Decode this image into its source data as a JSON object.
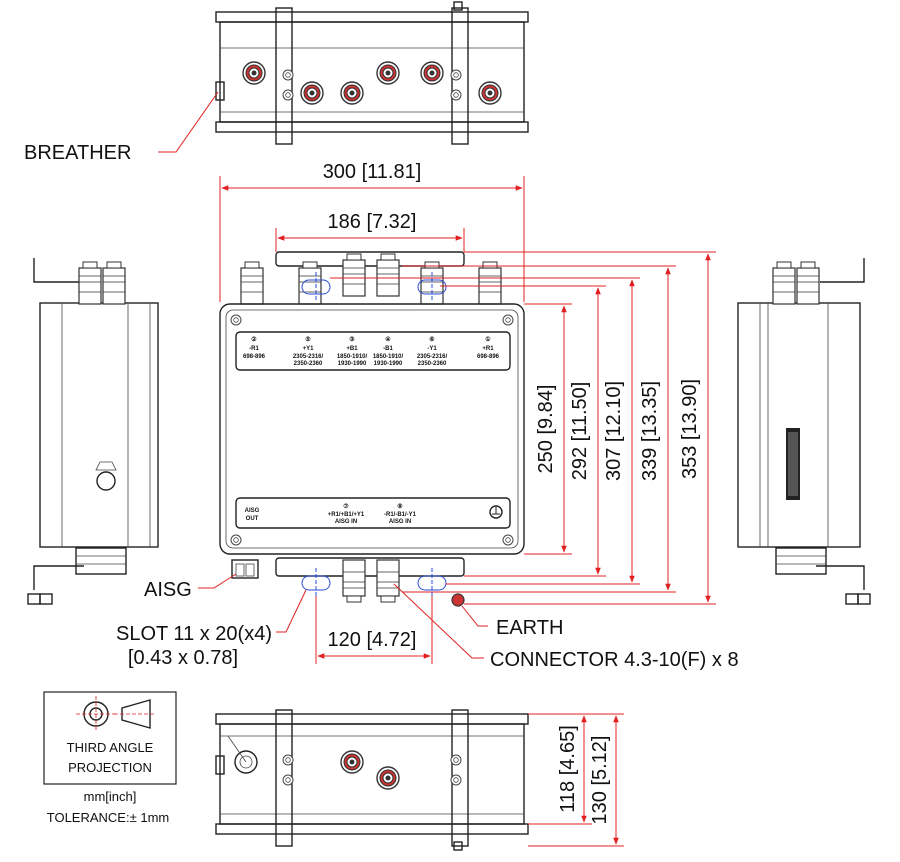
{
  "dimensions": {
    "width_total": "300 [11.81]",
    "bracket_span": "186 [7.32]",
    "slot_pitch": "120 [4.72]",
    "h_250": "250 [9.84]",
    "h_292": "292 [11.50]",
    "h_307": "307 [12.10]",
    "h_339": "339 [13.35]",
    "h_353": "353 [13.90]",
    "depth_118": "118 [4.65]",
    "depth_130": "130 [5.12]"
  },
  "callouts": {
    "breather": "BREATHER",
    "aisg": "AISG",
    "slot_line1": "SLOT 11 x 20(x4)",
    "slot_line2": "[0.43 x 0.78]",
    "earth": "EARTH",
    "connector": "CONNECTOR 4.3-10(F) x 8"
  },
  "ports_top": [
    {
      "num": "②",
      "name": "-R1",
      "band1": "698-896",
      "band2": ""
    },
    {
      "num": "⑤",
      "name": "+Y1",
      "band1": "2305-2316/",
      "band2": "2350-2360"
    },
    {
      "num": "③",
      "name": "+B1",
      "band1": "1850-1910/",
      "band2": "1930-1990"
    },
    {
      "num": "④",
      "name": "-B1",
      "band1": "1850-1910/",
      "band2": "1930-1990"
    },
    {
      "num": "⑥",
      "name": "-Y1",
      "band1": "2305-2316/",
      "band2": "2350-2360"
    },
    {
      "num": "①",
      "name": "+R1",
      "band1": "698-896",
      "band2": ""
    }
  ],
  "ports_bottom": [
    {
      "num": "",
      "name": "AISG",
      "sub": "OUT"
    },
    {
      "num": "⑦",
      "name": "+R1/+B1/+Y1",
      "sub": "AISG IN"
    },
    {
      "num": "⑧",
      "name": "-R1/-B1/-Y1",
      "sub": "AISG IN"
    }
  ],
  "legend": {
    "projection_line1": "THIRD ANGLE",
    "projection_line2": "PROJECTION",
    "units": "mm[inch]",
    "tolerance": "TOLERANCE:± 1mm"
  }
}
